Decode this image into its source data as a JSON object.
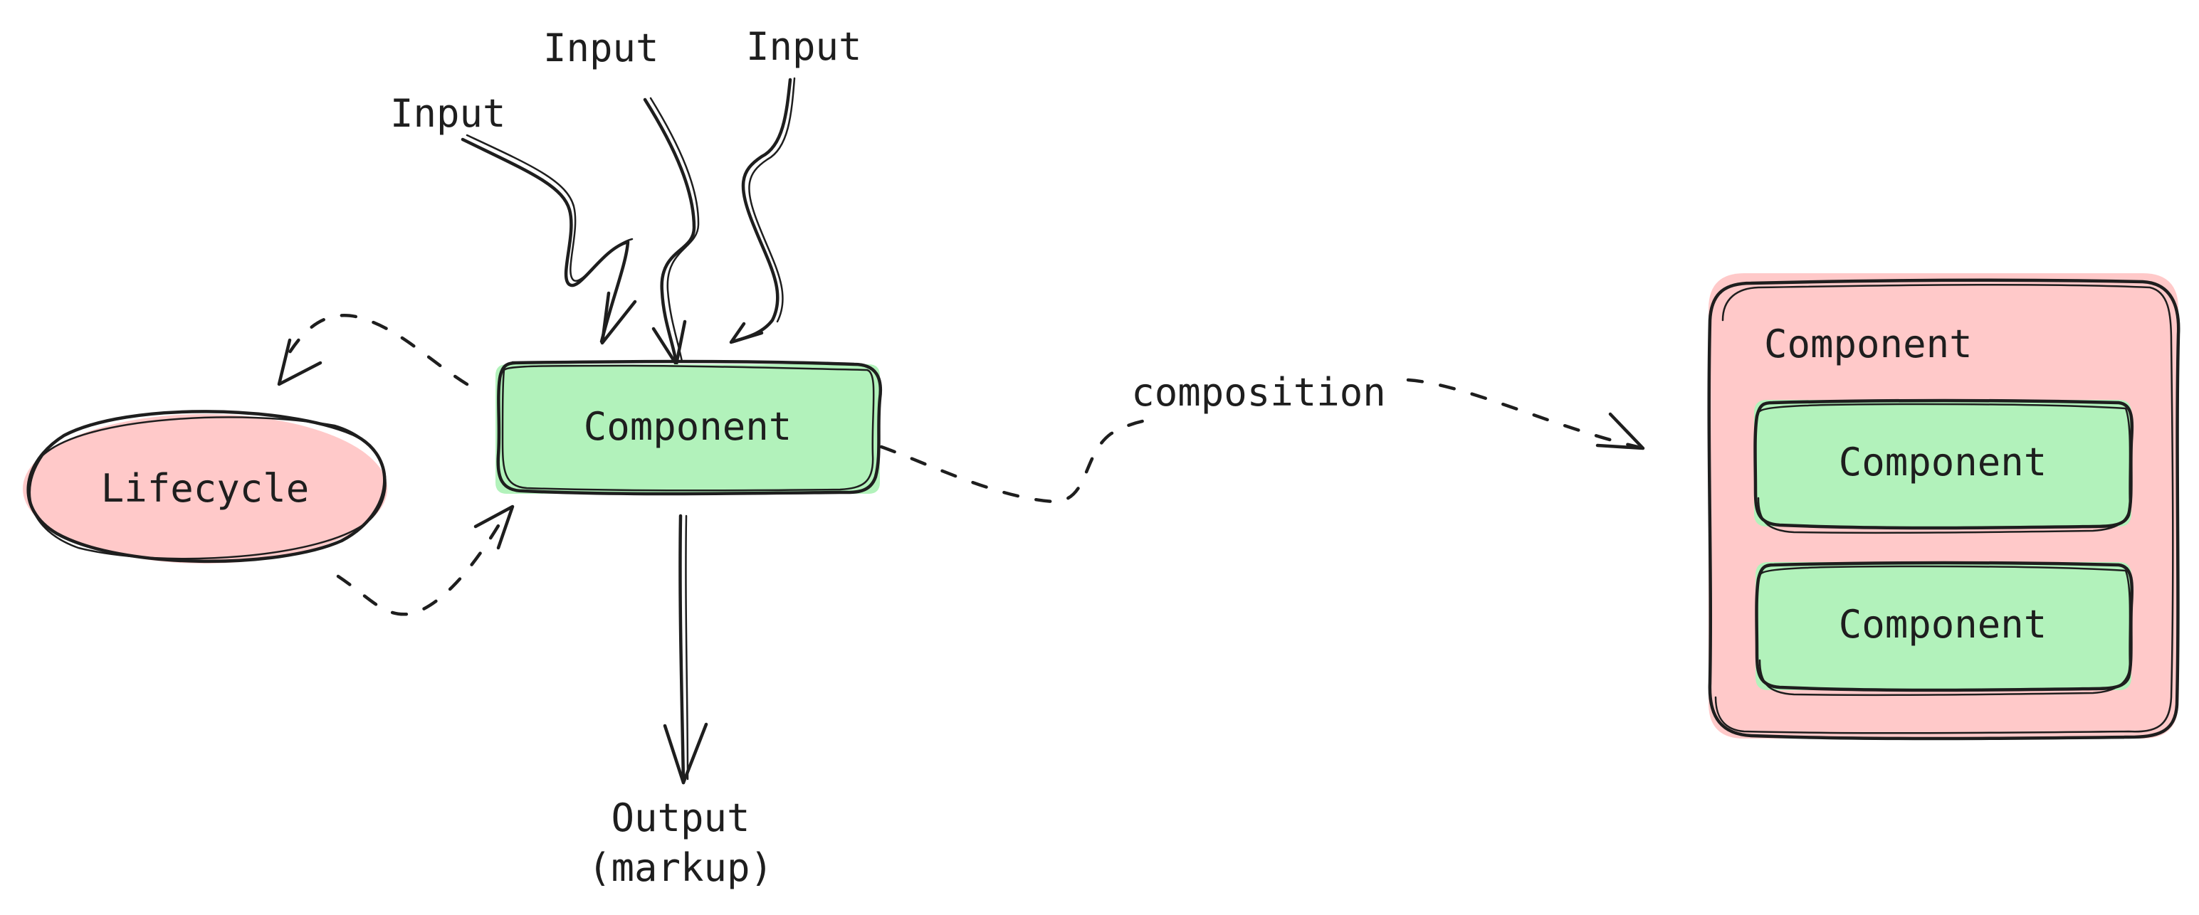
{
  "colors": {
    "component_fill": "#b2f2bb",
    "lifecycle_fill": "#ffc9c9",
    "ink": "#1e1e1e",
    "background": "#ffffff"
  },
  "inputs": [
    "Input",
    "Input",
    "Input"
  ],
  "main_component": {
    "label": "Component"
  },
  "lifecycle": {
    "label": "Lifecycle"
  },
  "output": {
    "line1": "Output",
    "line2": "(markup)"
  },
  "composition": {
    "edge_label": "composition",
    "container_label": "Component",
    "children": [
      "Component",
      "Component"
    ]
  }
}
